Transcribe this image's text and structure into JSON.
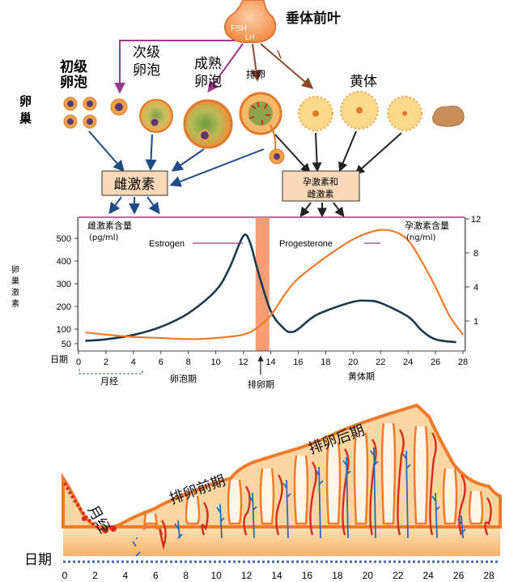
{
  "pituitary": {
    "title": "垂体前叶",
    "hormone1": "FSH",
    "hormone2": "LH"
  },
  "ovary": {
    "label_line1": "卵",
    "label_line2": "巢",
    "stages": {
      "primary": [
        "初级",
        "卵泡"
      ],
      "secondary": [
        "次级",
        "卵泡"
      ],
      "mature": [
        "成熟",
        "卵泡"
      ],
      "ovulation": "排卵",
      "corpus_luteum": "黄体"
    },
    "estrogen_box": "雌激素",
    "progesterone_box": [
      "孕激素和",
      "雌激素"
    ]
  },
  "hormone_chart": {
    "side_label": [
      "卵",
      "巢",
      "激",
      "素"
    ],
    "left_axis_title": "雌激素含量",
    "left_axis_unit": "(pg/ml)",
    "right_axis_title": "孕激素含量",
    "right_axis_unit": "(ng/ml)",
    "x_axis_prefix": "日期",
    "phases": {
      "menstruation": "月经",
      "follicular": "卵泡期",
      "ovulation": "排卵期",
      "luteal": "黄体期"
    }
  },
  "chart_data": {
    "type": "line",
    "xlim": [
      0,
      28
    ],
    "x_ticks": [
      0,
      2,
      4,
      6,
      8,
      10,
      12,
      14,
      16,
      18,
      20,
      22,
      24,
      26,
      28
    ],
    "y_left_ticks": [
      50,
      100,
      200,
      300,
      400,
      500
    ],
    "y_right_ticks": [
      1,
      4,
      8,
      12
    ],
    "ovulation_band": [
      12.9,
      13.9
    ],
    "series": [
      {
        "name": "Estrogen",
        "axis": "left",
        "color": "#1b3a4b",
        "x": [
          0.5,
          2,
          4,
          6,
          8,
          10,
          11,
          12,
          12.5,
          13,
          14,
          15,
          15.5,
          16,
          17,
          18,
          20,
          21,
          22,
          24,
          25,
          26,
          27.5
        ],
        "y": [
          60,
          65,
          80,
          110,
          170,
          270,
          370,
          510,
          480,
          370,
          180,
          100,
          90,
          100,
          150,
          180,
          220,
          225,
          215,
          155,
          95,
          65,
          55
        ]
      },
      {
        "name": "Progesterone",
        "axis": "right",
        "color": "#f07a2a",
        "x": [
          0.5,
          2,
          4,
          6,
          8,
          10,
          12,
          13,
          14,
          15,
          16,
          18,
          19,
          20,
          21,
          22,
          23,
          24,
          25,
          26,
          27,
          28
        ],
        "y": [
          0.5,
          0.4,
          0.3,
          0.25,
          0.2,
          0.25,
          0.4,
          0.7,
          1.5,
          3.3,
          5,
          7.5,
          8.6,
          9.6,
          10.3,
          10.7,
          10.5,
          9.5,
          7,
          4,
          1.5,
          0.4
        ]
      }
    ]
  },
  "endometrium": {
    "day_label": "日期",
    "phases": {
      "menstruation": "月经",
      "preovulatory": "排卵前期",
      "postovulatory": "排卵后期"
    },
    "day_ticks": [
      0,
      2,
      4,
      6,
      8,
      10,
      12,
      14,
      16,
      18,
      20,
      22,
      24,
      26,
      28
    ]
  },
  "colors": {
    "orange": "#f07a2a",
    "light_orange": "#fbd6a8",
    "box_fill": "#fbd9b8",
    "dark_blue": "#1b3a4b",
    "ovulation_band": "#f58c5e",
    "purple_arrow": "#9b3a8a",
    "brown_arrow": "#8a4a2a"
  }
}
